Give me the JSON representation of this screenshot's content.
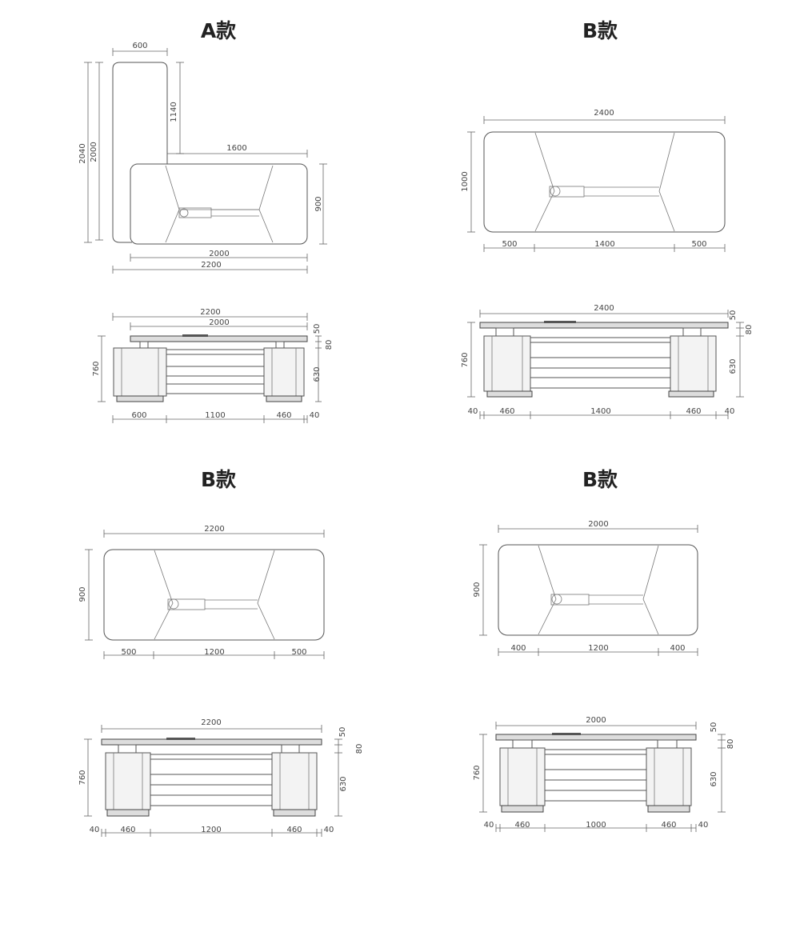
{
  "titles": [
    "A款",
    "B款",
    "B款",
    "B款"
  ],
  "panelA": {
    "top": {
      "return_width": "600",
      "return_depth": "1140",
      "outer_left_1": "2040",
      "outer_left_2": "2000",
      "desk_front": "1600",
      "desk_depth": "900",
      "bottom_1": "2000",
      "bottom_2": "2200"
    },
    "front": {
      "top_1": "2200",
      "top_2": "2000",
      "h_total": "760",
      "h_top": "50",
      "h_gap": "80",
      "h_body": "630",
      "b1": "600",
      "b2": "1100",
      "b3": "460",
      "b4": "40"
    }
  },
  "panelB1": {
    "top": {
      "width": "2400",
      "depth": "1000",
      "b1": "500",
      "b2": "1400",
      "b3": "500"
    },
    "front": {
      "top": "2400",
      "h_total": "760",
      "h_top": "50",
      "h_gap": "80",
      "h_body": "630",
      "b1": "40",
      "b2": "460",
      "b3": "1400",
      "b4": "460",
      "b5": "40"
    }
  },
  "panelB2": {
    "top": {
      "width": "2200",
      "depth": "900",
      "b1": "500",
      "b2": "1200",
      "b3": "500"
    },
    "front": {
      "top": "2200",
      "h_total": "760",
      "h_top": "50",
      "h_gap": "80",
      "h_body": "630",
      "b1": "40",
      "b2": "460",
      "b3": "1200",
      "b4": "460",
      "b5": "40"
    }
  },
  "panelB3": {
    "top": {
      "width": "2000",
      "depth": "900",
      "b1": "400",
      "b2": "1200",
      "b3": "400"
    },
    "front": {
      "top": "2000",
      "h_total": "760",
      "h_top": "50",
      "h_gap": "80",
      "h_body": "630",
      "b1": "40",
      "b2": "460",
      "b3": "1000",
      "b4": "460",
      "b5": "40"
    }
  }
}
